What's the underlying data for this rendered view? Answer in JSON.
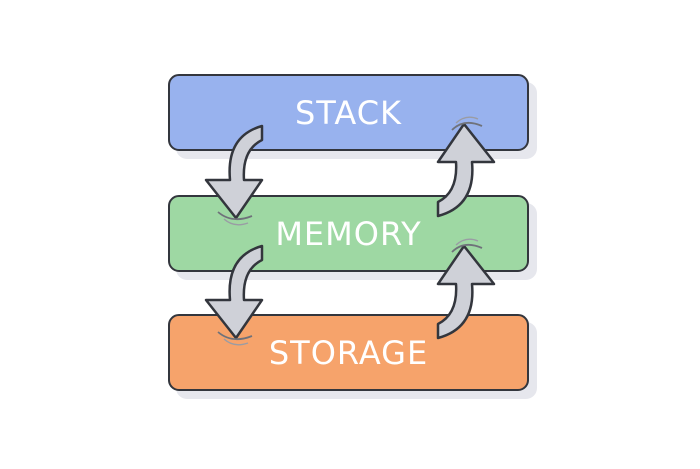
{
  "layers": [
    {
      "label": "STACK",
      "color": "#98b2ee"
    },
    {
      "label": "MEMORY",
      "color": "#9ed8a3"
    },
    {
      "label": "STORAGE",
      "color": "#f6a36b"
    }
  ],
  "arrows": [
    {
      "from": "STACK",
      "to": "MEMORY",
      "direction": "down",
      "icon": "curved-arrow-down-icon"
    },
    {
      "from": "MEMORY",
      "to": "STORAGE",
      "direction": "down",
      "icon": "curved-arrow-down-icon"
    },
    {
      "from": "MEMORY",
      "to": "STACK",
      "direction": "up",
      "icon": "curved-arrow-up-icon"
    },
    {
      "from": "STORAGE",
      "to": "MEMORY",
      "direction": "up",
      "icon": "curved-arrow-up-icon"
    }
  ],
  "colors": {
    "arrow_fill": "#cfd1d8",
    "outline": "#33363d",
    "background": "#ffffff"
  }
}
